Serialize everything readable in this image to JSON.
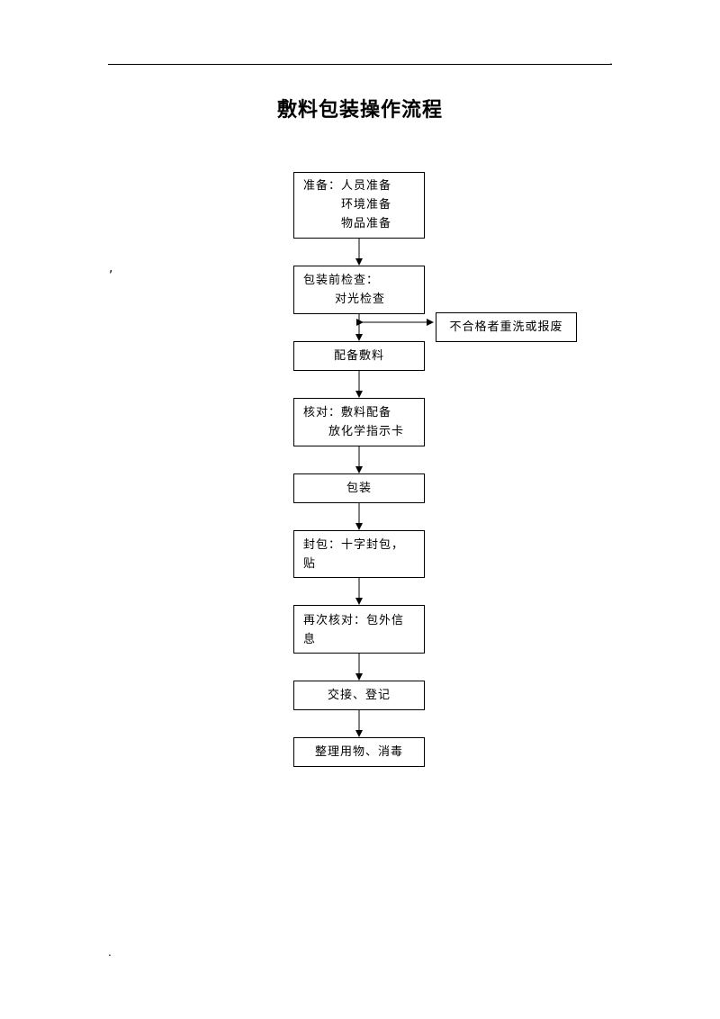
{
  "page": {
    "header_mark": ".",
    "side_mark": ",",
    "footer_mark": "."
  },
  "title": "敷料包装操作流程",
  "flow": {
    "prep": {
      "lines": [
        "准备：人员准备",
        "环境准备",
        "物品准备"
      ]
    },
    "precheck": {
      "lines": [
        "包装前检查：",
        "对光检查"
      ]
    },
    "reject": {
      "label": "不合格者重洗或报废"
    },
    "prepare_dressing": {
      "label": "配备敷料"
    },
    "verify": {
      "lines": [
        "核对：敷料配备",
        "放化学指示卡"
      ]
    },
    "pack": {
      "label": "包装"
    },
    "seal": {
      "lines": [
        "封包：十字封包，",
        "贴"
      ]
    },
    "recheck": {
      "lines": [
        "再次核对：包外信",
        "息"
      ]
    },
    "handover": {
      "label": "交接、登记"
    },
    "tidy": {
      "label": "整理用物、消毒"
    }
  }
}
